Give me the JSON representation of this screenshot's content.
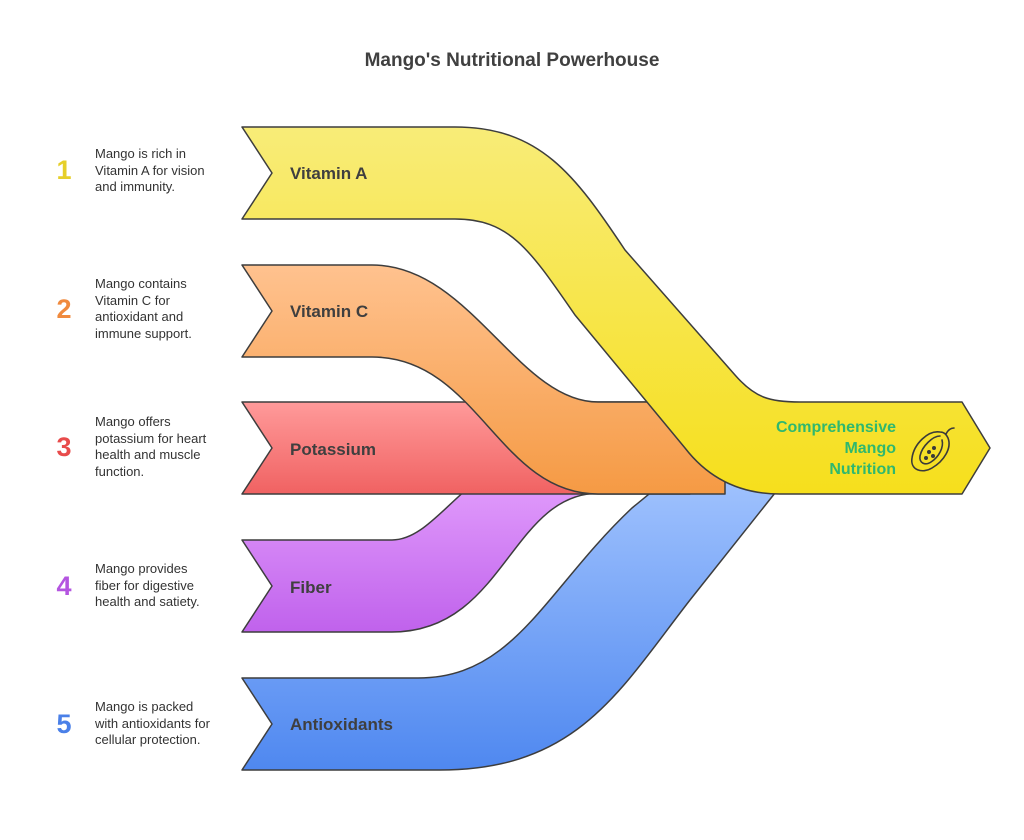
{
  "title": "Mango's Nutritional Powerhouse",
  "target": {
    "lines": [
      "Comprehensive",
      "Mango",
      "Nutrition"
    ],
    "icon": "mango-icon",
    "color": "#2fb86e"
  },
  "items": [
    {
      "number": "1",
      "label": "Vitamin A",
      "color": "#f2e14a",
      "description": [
        "Mango is rich in",
        "Vitamin A for vision",
        "and immunity."
      ]
    },
    {
      "number": "2",
      "label": "Vitamin C",
      "color": "#f4a060",
      "description": [
        "Mango contains",
        "Vitamin C for",
        "antioxidant and",
        "immune support."
      ]
    },
    {
      "number": "3",
      "label": "Potassium",
      "color": "#f06565",
      "description": [
        "Mango offers",
        "potassium for heart",
        "health and muscle",
        "function."
      ]
    },
    {
      "number": "4",
      "label": "Fiber",
      "color": "#c76ae8",
      "description": [
        "Mango provides",
        "fiber for digestive",
        "health and satiety."
      ]
    },
    {
      "number": "5",
      "label": "Antioxidants",
      "color": "#5b93f2",
      "description": [
        "Mango is packed",
        "with antioxidants for",
        "cellular protection."
      ]
    }
  ]
}
